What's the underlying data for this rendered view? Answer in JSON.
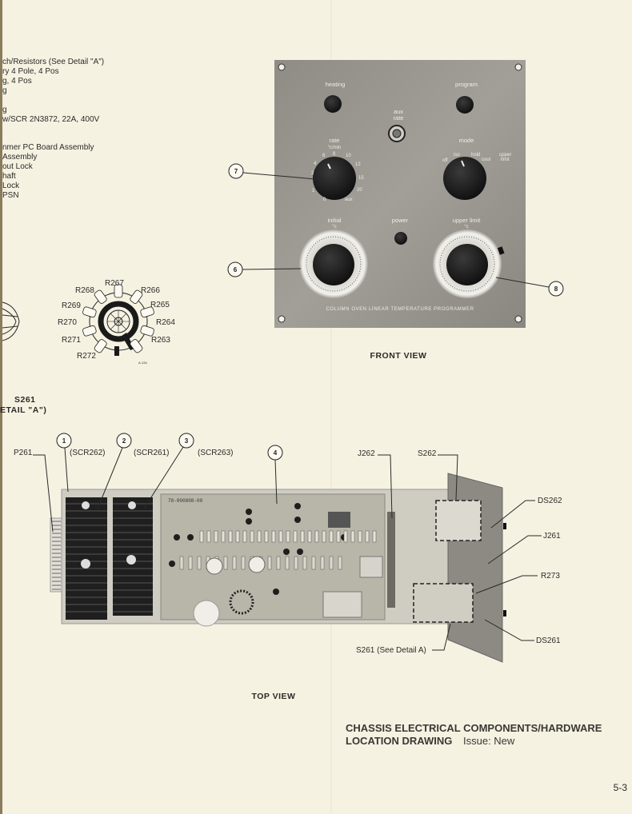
{
  "parts_list_fragment": [
    "ch/Resistors (See Detail \"A\")",
    "ry 4 Pole, 4 Pos",
    "g, 4 Pos",
    "g",
    "g",
    "w/SCR 2N3872, 22A, 400V",
    "nmer PC Board Assembly",
    "Assembly",
    "out Lock",
    "haft",
    "Lock",
    "PSN"
  ],
  "detail_a": {
    "resistors": [
      "R267",
      "R266",
      "R265",
      "R264",
      "R263",
      "R272",
      "R271",
      "R270",
      "R269",
      "R268"
    ],
    "drawing_number": "A-134",
    "caption_line1": "S261",
    "caption_line2": "ETAIL \"A\")"
  },
  "front_view": {
    "panel_labels": {
      "heating": "heating",
      "program": "program",
      "aux_rate_1": "aux",
      "aux_rate_2": "rate",
      "rate": "rate",
      "rate_units": "°c/min",
      "mode": "mode",
      "initial": "initial",
      "initial_units": "°c",
      "power": "power",
      "upper_limit": "upper limit",
      "upper_limit_units": "°c",
      "panel_title": "COLUMN OVEN LINEAR TEMPERATURE PROGRAMMER"
    },
    "rate_scale": [
      "0",
      "1",
      "2",
      "4",
      "6",
      "8",
      "10",
      "12",
      "15",
      "20",
      "aux"
    ],
    "mode_positions": [
      "off",
      "iso",
      "hold",
      "cool",
      "upper",
      "limit"
    ],
    "callouts": [
      "7",
      "6",
      "8"
    ],
    "caption": "FRONT VIEW"
  },
  "top_view": {
    "callouts": [
      "1",
      "2",
      "3",
      "4"
    ],
    "labels": {
      "p261": "P261",
      "scr262": "(SCR262)",
      "scr261": "(SCR261)",
      "scr263": "(SCR263)",
      "j262": "J262",
      "s262": "S262",
      "ds262": "DS262",
      "j261": "J261",
      "r273": "R273",
      "ds261": "DS261",
      "s261": "S261 (See Detail A)"
    },
    "board_marking": "78-000808-00",
    "caption": "TOP VIEW"
  },
  "title_block": {
    "line1": "CHASSIS ELECTRICAL COMPONENTS/HARDWARE",
    "line2": "LOCATION DRAWING",
    "issue": "Issue: New"
  },
  "page_number": "5-3"
}
